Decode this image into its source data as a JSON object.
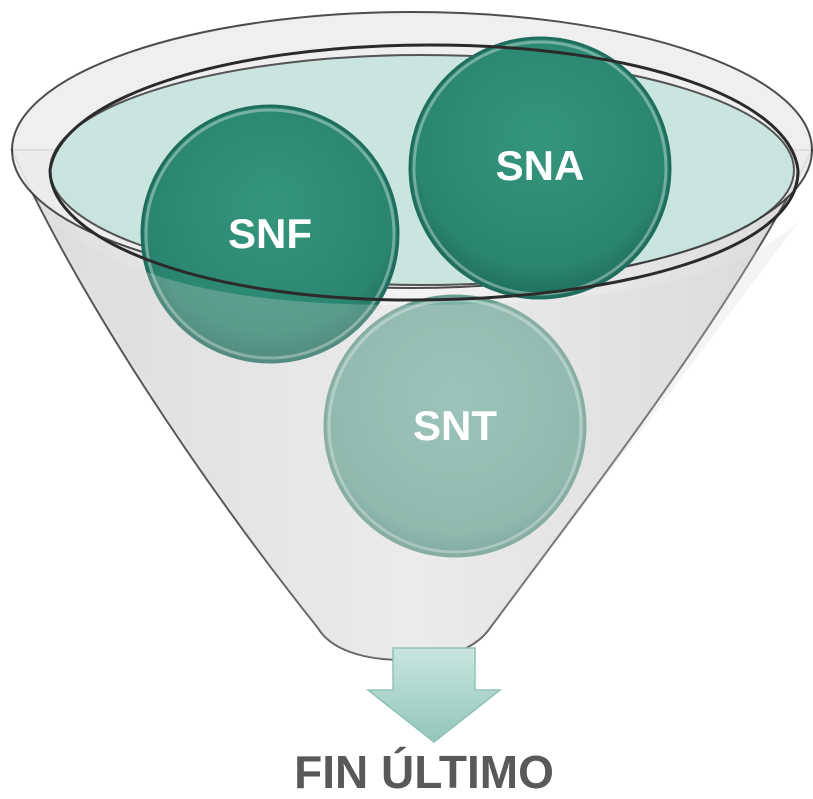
{
  "circles": [
    {
      "label": "SNF",
      "color": "#2e8b74"
    },
    {
      "label": "SNA",
      "color": "#2e8b74"
    },
    {
      "label": "SNT",
      "color": "#7ab3a4"
    }
  ],
  "result": {
    "label": "FIN ÚLTIMO",
    "color": "#595959"
  },
  "colors": {
    "funnel_fill": "#e6e6e6",
    "funnel_stroke": "#3a3a3a",
    "rim_inner": "#bfe0da",
    "arrow_fill": "#a8d4cb"
  }
}
